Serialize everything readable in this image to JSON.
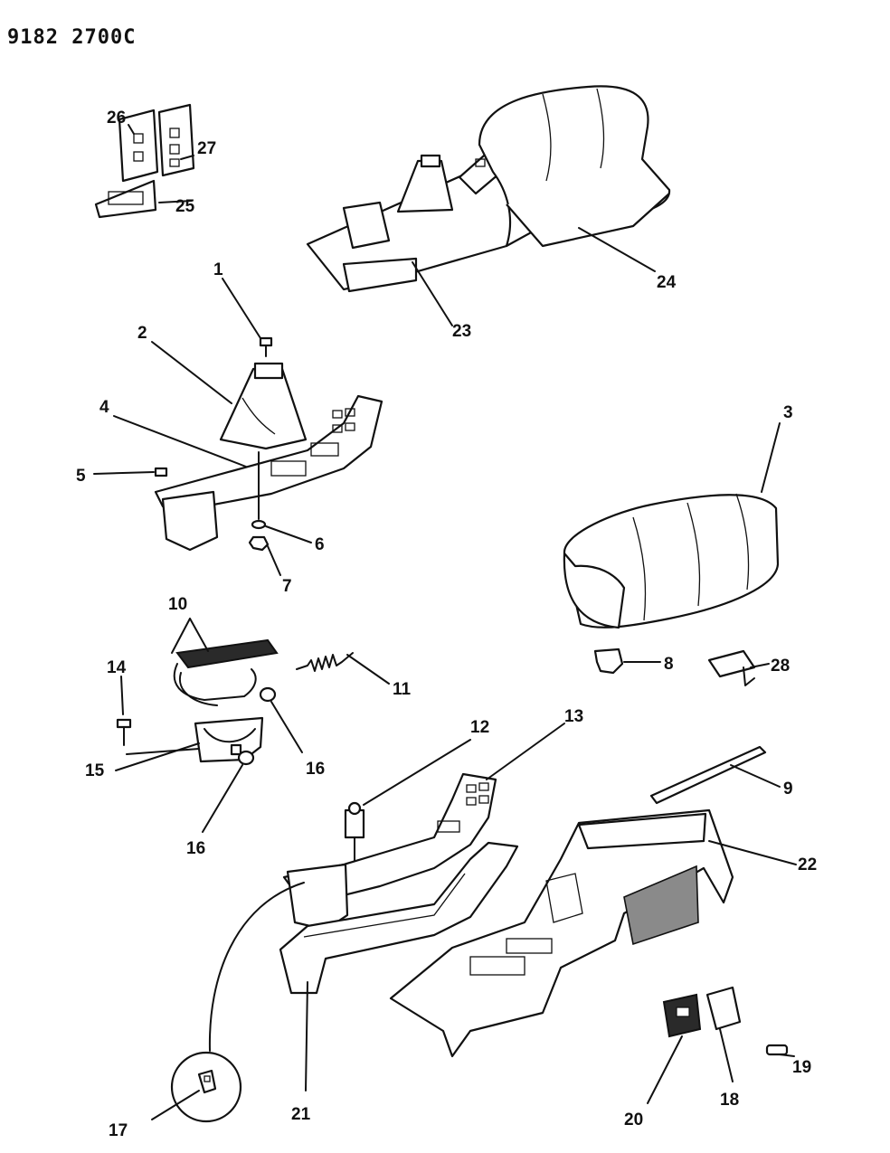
{
  "doc_id": "9182 2700C",
  "callouts": {
    "c1": "1",
    "c2": "2",
    "c3": "3",
    "c4": "4",
    "c5": "5",
    "c6": "6",
    "c7": "7",
    "c8": "8",
    "c9": "9",
    "c10": "10",
    "c11": "11",
    "c12": "12",
    "c13": "13",
    "c14": "14",
    "c15": "15",
    "c16a": "16",
    "c16b": "16",
    "c17": "17",
    "c18": "18",
    "c19": "19",
    "c20": "20",
    "c21": "21",
    "c22": "22",
    "c23": "23",
    "c24": "24",
    "c25": "25",
    "c26": "26",
    "c27": "27",
    "c28": "28"
  }
}
